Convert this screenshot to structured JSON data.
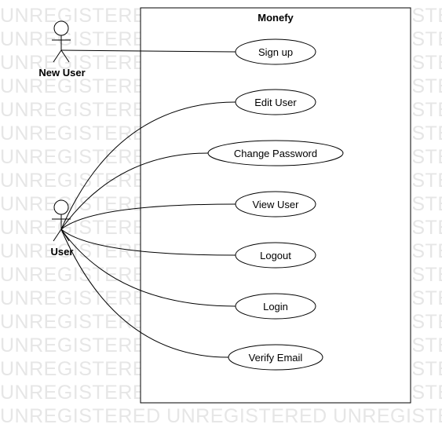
{
  "watermark": "UNREGISTERED",
  "system": {
    "title": "Monefy"
  },
  "actors": [
    {
      "id": "new-user",
      "label": "New User"
    },
    {
      "id": "user",
      "label": "User"
    }
  ],
  "use_cases": [
    {
      "id": "sign-up",
      "label": "Sign up"
    },
    {
      "id": "edit-user",
      "label": "Edit User"
    },
    {
      "id": "change-password",
      "label": "Change Password"
    },
    {
      "id": "view-user",
      "label": "View User"
    },
    {
      "id": "logout",
      "label": "Logout"
    },
    {
      "id": "login",
      "label": "Login"
    },
    {
      "id": "verify-email",
      "label": "Verify Email"
    }
  ],
  "associations": [
    {
      "actor": "new-user",
      "use_case": "sign-up"
    },
    {
      "actor": "user",
      "use_case": "edit-user"
    },
    {
      "actor": "user",
      "use_case": "change-password"
    },
    {
      "actor": "user",
      "use_case": "view-user"
    },
    {
      "actor": "user",
      "use_case": "logout"
    },
    {
      "actor": "user",
      "use_case": "login"
    },
    {
      "actor": "user",
      "use_case": "verify-email"
    }
  ]
}
